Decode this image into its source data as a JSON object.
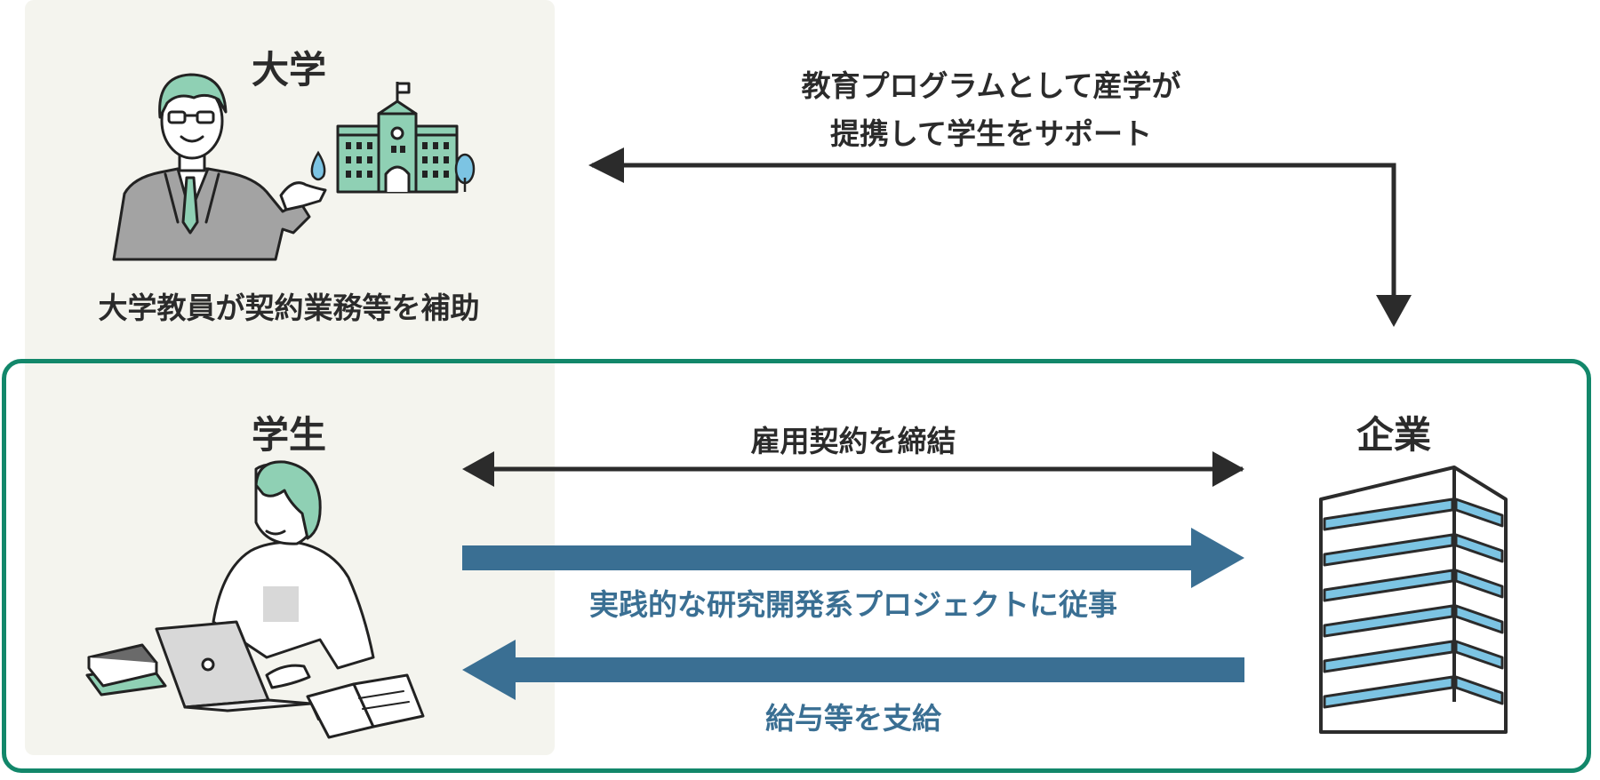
{
  "university": {
    "title": "大学",
    "caption": "大学教員が契約業務等を補助"
  },
  "student": {
    "title": "学生"
  },
  "company": {
    "title": "企業"
  },
  "flows": {
    "support": [
      "教育プログラムとして産学が",
      "提携して学生をサポート"
    ],
    "contract": "雇用契約を締結",
    "work": "実践的な研究開発系プロジェクトに従事",
    "salary": "給与等を支給"
  },
  "colors": {
    "accent_green": "#12876a",
    "mint": "#8fd0b4",
    "arrow_blue": "#3a6f93",
    "arrow_dark": "#2b2b2b",
    "panel_bg": "#f4f4ee",
    "window_blue": "#7cc4e3"
  }
}
